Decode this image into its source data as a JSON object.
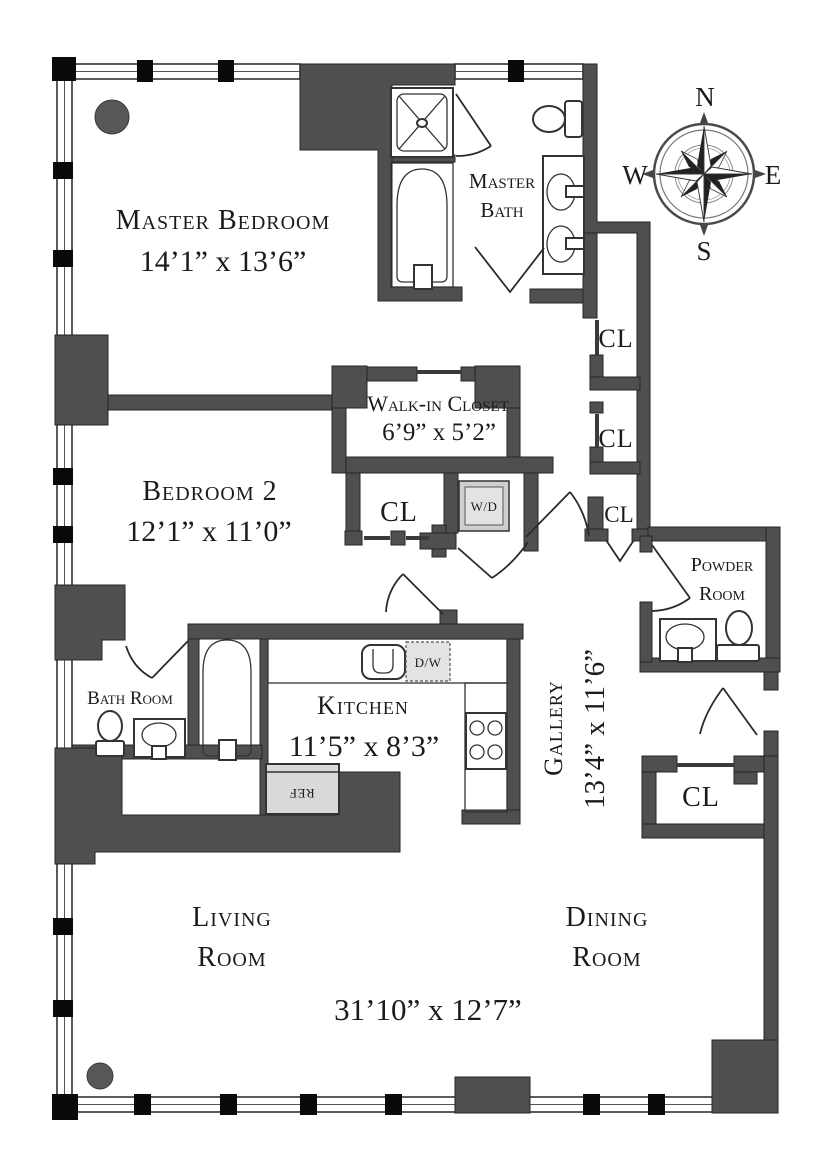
{
  "compass": {
    "north": "N",
    "east": "E",
    "south": "S",
    "west": "W"
  },
  "rooms": {
    "master_bedroom": {
      "name": "Master Bedroom",
      "dims": "14’1” x 13’6”"
    },
    "master_bath": {
      "line1": "Master",
      "line2": "Bath"
    },
    "bedroom_2": {
      "name": "Bedroom 2",
      "dims": "12’1” x 11’0”"
    },
    "walk_in_closet": {
      "name": "Walk-in Closet",
      "dims": "6’9” x 5’2”"
    },
    "bath_room": {
      "name": "Bath Room"
    },
    "kitchen": {
      "name": "Kitchen",
      "dims": "11’5” x 8’3”"
    },
    "gallery": {
      "name": "Gallery",
      "dims": "13’4” x 11’6”"
    },
    "powder_room": {
      "line1": "Powder",
      "line2": "Room"
    },
    "living_room": {
      "line1": "Living",
      "line2": "Room"
    },
    "dining_room": {
      "line1": "Dining",
      "line2": "Room"
    },
    "living_dining": {
      "dims": "31’10” x 12’7”"
    }
  },
  "closets": {
    "hall_cl_1": "CL",
    "hall_cl_2": "CL",
    "hall_cl_3": "CL",
    "bedroom_cl": "CL",
    "dining_cl": "CL"
  },
  "appliances": {
    "washer_dryer": "W/D",
    "dishwasher": "D/W",
    "refrigerator": "REF"
  },
  "colors": {
    "wall": "#4f4f4f",
    "line": "#222222",
    "appliance_fill": "#d9d9d9",
    "column": "#575757",
    "background": "#ffffff"
  }
}
